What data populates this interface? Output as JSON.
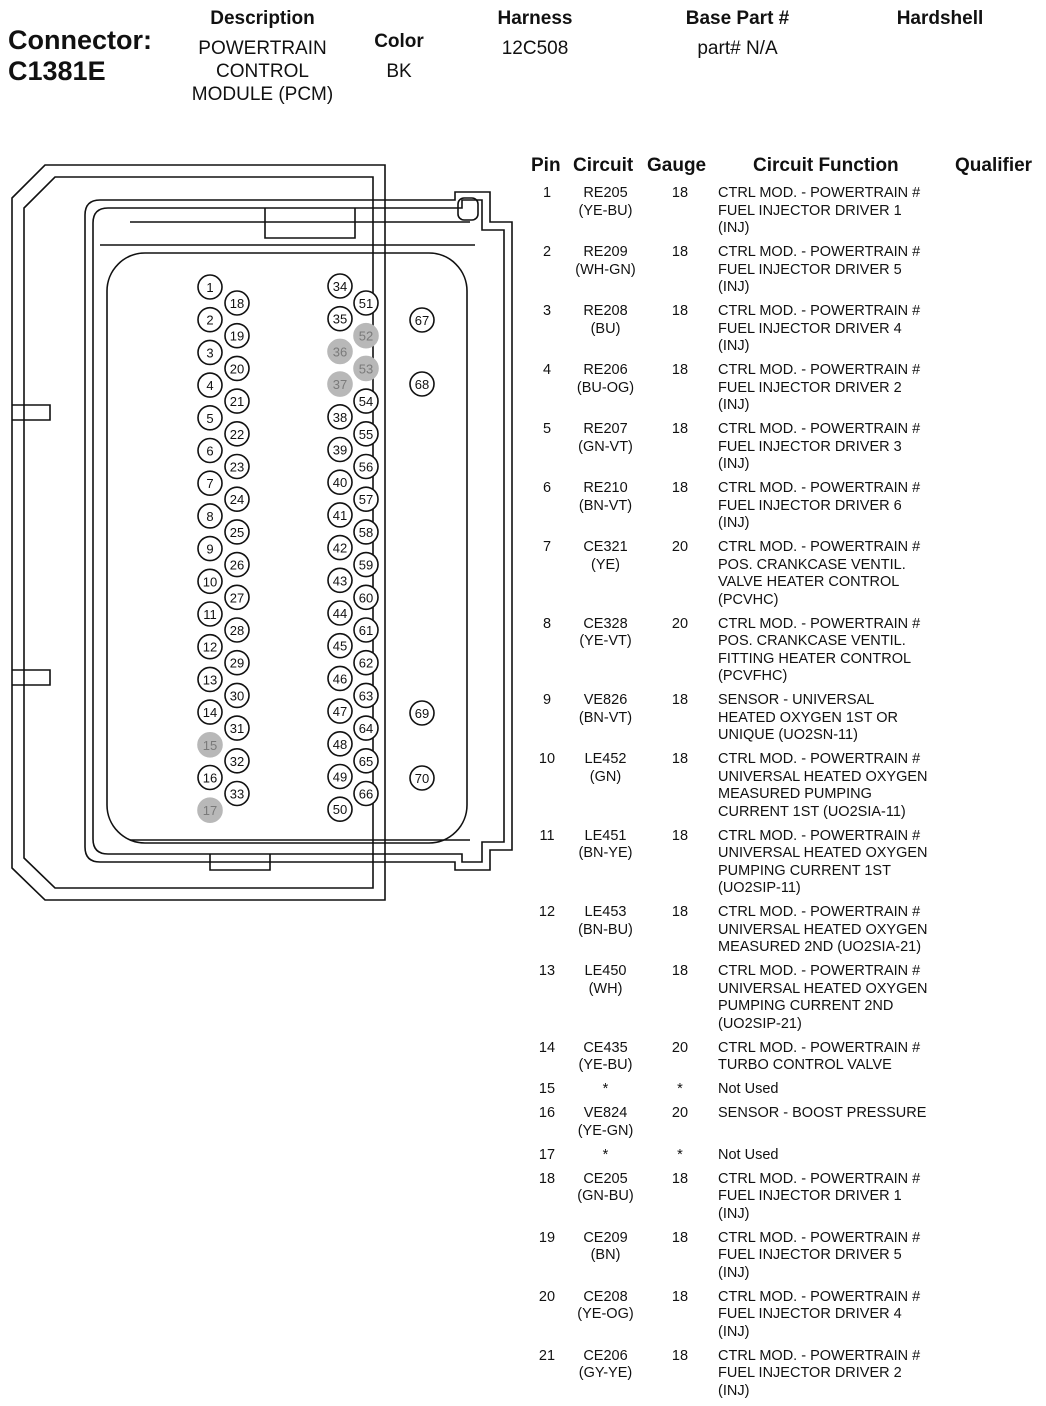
{
  "header": {
    "connector_label": "Connector:",
    "connector_id": "C1381E",
    "description_label": "Description",
    "description_lines": [
      "POWERTRAIN",
      "CONTROL",
      "MODULE (PCM)"
    ],
    "color_label": "Color",
    "color_value": "BK",
    "harness_label": "Harness",
    "harness_value": "12C508",
    "base_part_label": "Base Part #",
    "base_part_value": "part# N/A",
    "hardshell_label": "Hardshell"
  },
  "table": {
    "headers": {
      "pin": "Pin",
      "circuit": "Circuit",
      "gauge": "Gauge",
      "function": "Circuit Function",
      "qualifier": "Qualifier"
    },
    "rows": [
      {
        "pin": "1",
        "circuit": [
          "RE205",
          "(YE-BU)"
        ],
        "gauge": "18",
        "function": [
          "CTRL MOD. - POWERTRAIN #",
          "FUEL INJECTOR DRIVER 1",
          "(INJ)"
        ]
      },
      {
        "pin": "2",
        "circuit": [
          "RE209",
          "(WH-GN)"
        ],
        "gauge": "18",
        "function": [
          "CTRL MOD. - POWERTRAIN #",
          "FUEL INJECTOR DRIVER 5",
          "(INJ)"
        ]
      },
      {
        "pin": "3",
        "circuit": [
          "RE208",
          "(BU)"
        ],
        "gauge": "18",
        "function": [
          "CTRL MOD. - POWERTRAIN #",
          "FUEL INJECTOR DRIVER 4",
          "(INJ)"
        ]
      },
      {
        "pin": "4",
        "circuit": [
          "RE206",
          "(BU-OG)"
        ],
        "gauge": "18",
        "function": [
          "CTRL MOD. - POWERTRAIN #",
          "FUEL INJECTOR DRIVER 2",
          "(INJ)"
        ]
      },
      {
        "pin": "5",
        "circuit": [
          "RE207",
          "(GN-VT)"
        ],
        "gauge": "18",
        "function": [
          "CTRL MOD. - POWERTRAIN #",
          "FUEL INJECTOR DRIVER 3",
          "(INJ)"
        ]
      },
      {
        "pin": "6",
        "circuit": [
          "RE210",
          "(BN-VT)"
        ],
        "gauge": "18",
        "function": [
          "CTRL MOD. - POWERTRAIN #",
          "FUEL INJECTOR DRIVER 6",
          "(INJ)"
        ]
      },
      {
        "pin": "7",
        "circuit": [
          "CE321",
          "(YE)"
        ],
        "gauge": "20",
        "function": [
          "CTRL MOD. - POWERTRAIN #",
          "POS. CRANKCASE VENTIL.",
          "VALVE HEATER CONTROL",
          "(PCVHC)"
        ]
      },
      {
        "pin": "8",
        "circuit": [
          "CE328",
          "(YE-VT)"
        ],
        "gauge": "20",
        "function": [
          "CTRL MOD. - POWERTRAIN #",
          "POS. CRANKCASE VENTIL.",
          "FITTING HEATER CONTROL",
          "(PCVFHC)"
        ]
      },
      {
        "pin": "9",
        "circuit": [
          "VE826",
          "(BN-VT)"
        ],
        "gauge": "18",
        "function": [
          "SENSOR - UNIVERSAL",
          "HEATED OXYGEN 1ST OR",
          "UNIQUE (UO2SN-11)"
        ]
      },
      {
        "pin": "10",
        "circuit": [
          "LE452",
          "(GN)"
        ],
        "gauge": "18",
        "function": [
          "CTRL MOD. - POWERTRAIN #",
          "UNIVERSAL HEATED OXYGEN",
          "MEASURED PUMPING",
          "CURRENT 1ST (UO2SIA-11)"
        ]
      },
      {
        "pin": "11",
        "circuit": [
          "LE451",
          "(BN-YE)"
        ],
        "gauge": "18",
        "function": [
          "CTRL MOD. - POWERTRAIN #",
          "UNIVERSAL HEATED OXYGEN",
          "PUMPING CURRENT 1ST",
          "(UO2SIP-11)"
        ]
      },
      {
        "pin": "12",
        "circuit": [
          "LE453",
          "(BN-BU)"
        ],
        "gauge": "18",
        "function": [
          "CTRL MOD. - POWERTRAIN #",
          "UNIVERSAL HEATED OXYGEN",
          "MEASURED 2ND (UO2SIA-21)"
        ]
      },
      {
        "pin": "13",
        "circuit": [
          "LE450",
          "(WH)"
        ],
        "gauge": "18",
        "function": [
          "CTRL MOD. - POWERTRAIN #",
          "UNIVERSAL HEATED OXYGEN",
          "PUMPING CURRENT 2ND",
          "(UO2SIP-21)"
        ]
      },
      {
        "pin": "14",
        "circuit": [
          "CE435",
          "(YE-BU)"
        ],
        "gauge": "20",
        "function": [
          "CTRL MOD. - POWERTRAIN #",
          "TURBO CONTROL VALVE"
        ]
      },
      {
        "pin": "15",
        "circuit": [
          "*"
        ],
        "gauge": "*",
        "function": [
          "Not Used"
        ]
      },
      {
        "pin": "16",
        "circuit": [
          "VE824",
          "(YE-GN)"
        ],
        "gauge": "20",
        "function": [
          "SENSOR - BOOST PRESSURE"
        ]
      },
      {
        "pin": "17",
        "circuit": [
          "*"
        ],
        "gauge": "*",
        "function": [
          "Not Used"
        ]
      },
      {
        "pin": "18",
        "circuit": [
          "CE205",
          "(GN-BU)"
        ],
        "gauge": "18",
        "function": [
          "CTRL MOD. - POWERTRAIN #",
          "FUEL INJECTOR DRIVER 1",
          "(INJ)"
        ]
      },
      {
        "pin": "19",
        "circuit": [
          "CE209",
          "(BN)"
        ],
        "gauge": "18",
        "function": [
          "CTRL MOD. - POWERTRAIN #",
          "FUEL INJECTOR DRIVER 5",
          "(INJ)"
        ]
      },
      {
        "pin": "20",
        "circuit": [
          "CE208",
          "(YE-OG)"
        ],
        "gauge": "18",
        "function": [
          "CTRL MOD. - POWERTRAIN #",
          "FUEL INJECTOR DRIVER 4",
          "(INJ)"
        ]
      },
      {
        "pin": "21",
        "circuit": [
          "CE206",
          "(GY-YE)"
        ],
        "gauge": "18",
        "function": [
          "CTRL MOD. - POWERTRAIN #",
          "FUEL INJECTOR DRIVER 2",
          "(INJ)"
        ]
      }
    ]
  },
  "connector": {
    "unused_pins": [
      "15",
      "17",
      "36",
      "37",
      "52",
      "53"
    ],
    "column_a": [
      "1",
      "2",
      "3",
      "4",
      "5",
      "6",
      "7",
      "8",
      "9",
      "10",
      "11",
      "12",
      "13",
      "14",
      "15",
      "16",
      "17"
    ],
    "column_b": [
      "18",
      "19",
      "20",
      "21",
      "22",
      "23",
      "24",
      "25",
      "26",
      "27",
      "28",
      "29",
      "30",
      "31",
      "32",
      "33"
    ],
    "column_c": [
      "34",
      "35",
      "36",
      "37",
      "38",
      "39",
      "40",
      "41",
      "42",
      "43",
      "44",
      "45",
      "46",
      "47",
      "48",
      "49",
      "50"
    ],
    "column_d": [
      "51",
      "52",
      "53",
      "54",
      "55",
      "56",
      "57",
      "58",
      "59",
      "60",
      "61",
      "62",
      "63",
      "64",
      "65",
      "66"
    ],
    "column_e": [
      "67",
      "68",
      "69",
      "70"
    ]
  }
}
